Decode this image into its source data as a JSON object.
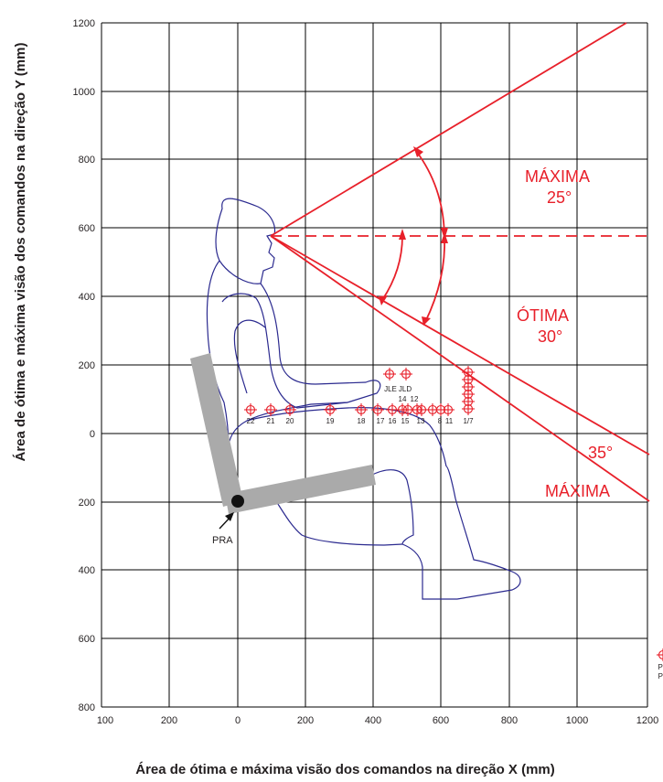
{
  "y_axis_label": "Área de ótima e máxima visão dos comandos na direção Y (mm)",
  "x_axis_label": "Área de ótima e máxima visão dos comandos na direção X (mm)",
  "x_ticks": [
    "100",
    "200",
    "0",
    "200",
    "400",
    "600",
    "800",
    "1000",
    "1200"
  ],
  "y_ticks": [
    "1200",
    "1000",
    "800",
    "600",
    "400",
    "200",
    "0",
    "200",
    "400",
    "600",
    "800"
  ],
  "annotations": {
    "max_top_1": "MÁXIMA",
    "max_top_2": "25°",
    "optimal_1": "ÓTIMA",
    "optimal_2": "30°",
    "max_bottom_angle": "35°",
    "max_bottom": "MÁXIMA",
    "pra": "PRA"
  },
  "control_labels": [
    "22",
    "21",
    "20",
    "19",
    "18",
    "17",
    "16",
    "15",
    "13",
    "8",
    "11",
    "1/7",
    "14",
    "12",
    "JLE",
    "JLD",
    "PD",
    "PE"
  ],
  "colors": {
    "red": "#e8202a",
    "blue": "#2b2a8f",
    "grid": "#000000",
    "seat": "#aaaaaa"
  }
}
